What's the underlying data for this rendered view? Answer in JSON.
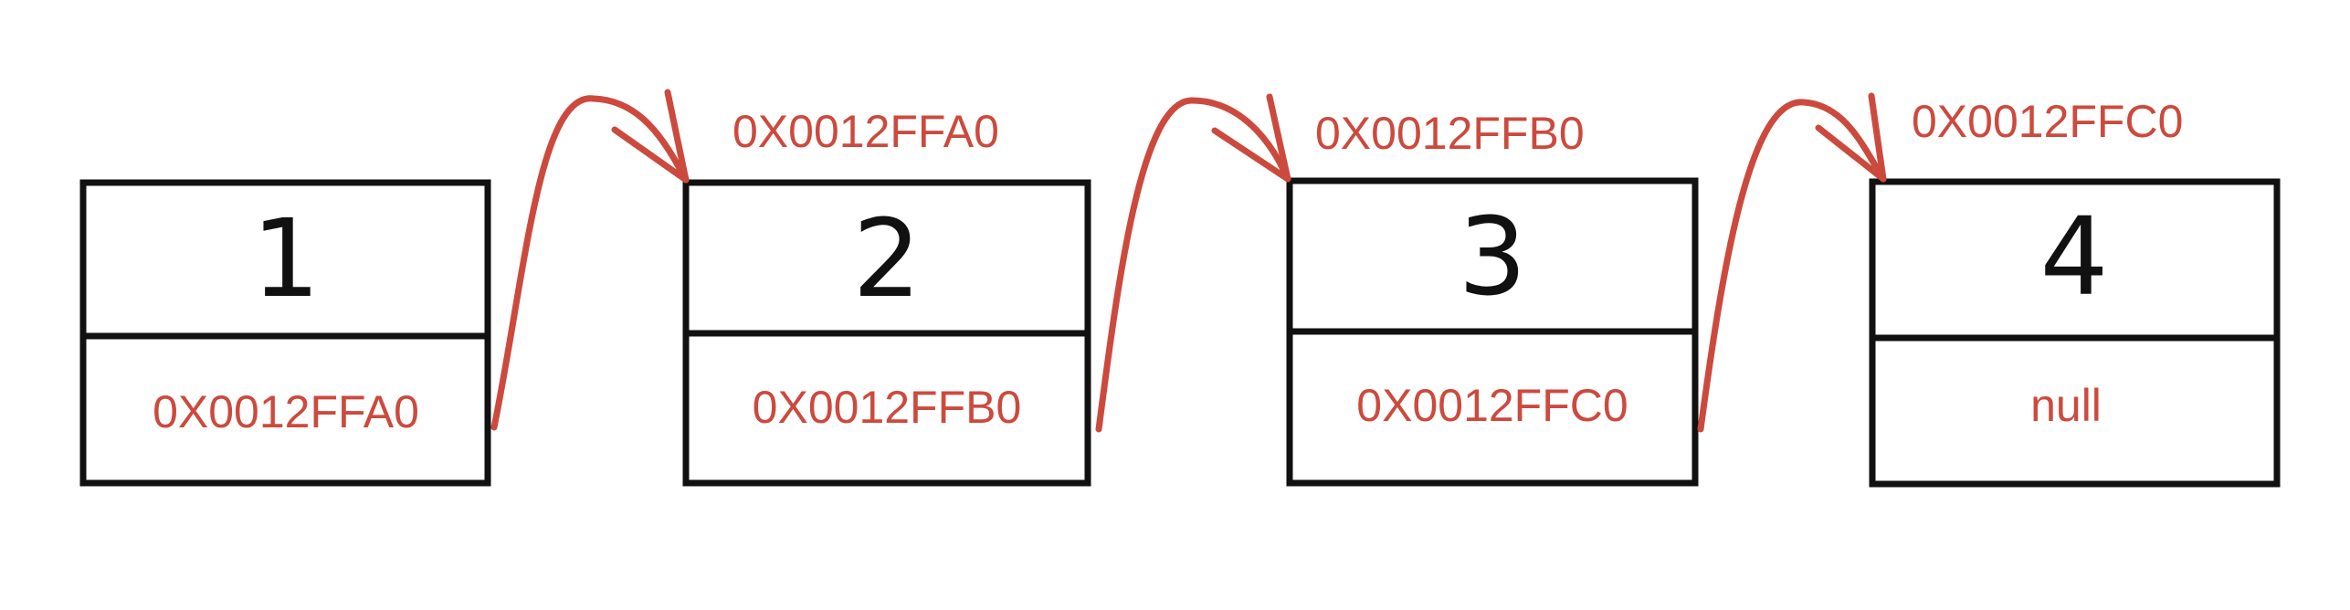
{
  "colors": {
    "outline": "#111111",
    "accent": "#cc4a3d"
  },
  "nodes": [
    {
      "value": "1",
      "next": "0X0012FFA0"
    },
    {
      "value": "2",
      "next": "0X0012FFB0",
      "address": "0X0012FFA0"
    },
    {
      "value": "3",
      "next": "0X0012FFC0",
      "address": "0X0012FFB0"
    },
    {
      "value": "4",
      "next": "null",
      "address": "0X0012FFC0"
    }
  ]
}
